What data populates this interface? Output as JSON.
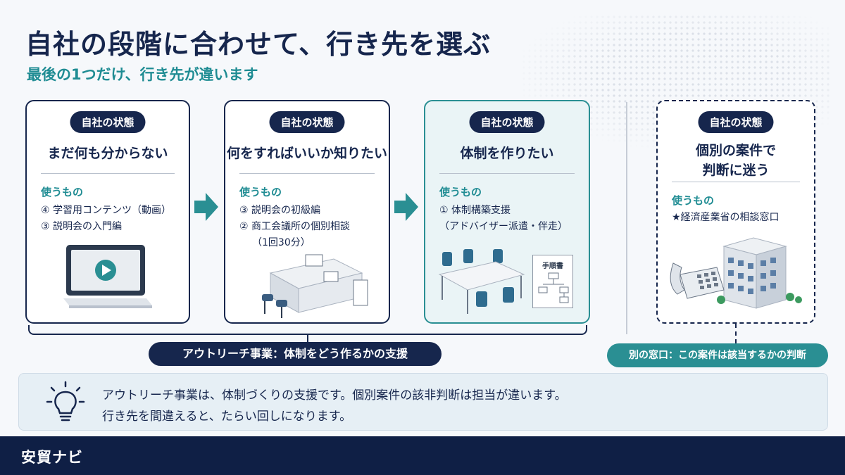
{
  "title": "自社の段階に合わせて、行き先を選ぶ",
  "subtitle": "最後の1つだけ、行き先が違います",
  "cards": [
    {
      "badge": "自社の状態",
      "heading": "まだ何も分からない",
      "use_label": "使うもの",
      "items": [
        "④ 学習用コンテンツ（動画）",
        "③ 説明会の入門編"
      ]
    },
    {
      "badge": "自社の状態",
      "heading": "何をすればいいか知りたい",
      "use_label": "使うもの",
      "items": [
        "③ 説明会の初級編",
        "② 商工会議所の個別相談",
        "（1回30分）"
      ]
    },
    {
      "badge": "自社の状態",
      "heading": "体制を作りたい",
      "use_label": "使うもの",
      "items": [
        "① 体制構築支援",
        "（アドバイザー派遣・伴走）"
      ]
    },
    {
      "badge": "自社の状態",
      "heading_line1": "個別の案件で",
      "heading_line2": "判断に迷う",
      "use_label": "使うもの",
      "items": [
        "★経済産業省の相談窓口"
      ]
    }
  ],
  "manual_label": "手順書",
  "outreach_label": "アウトリーチ事業：体制をどう作るかの支援",
  "other_label": "別の窓口：この案件は該当するかの判断",
  "note": {
    "line1": "アウトリーチ事業は、体制づくりの支援です。個別案件の該非判断は担当が違います。",
    "line2": "行き先を間違えると、たらい回しになります。"
  },
  "brand": "安貿ナビ",
  "colors": {
    "navy": "#16264d",
    "teal": "#2a8f93",
    "footer": "#0f1f45"
  }
}
